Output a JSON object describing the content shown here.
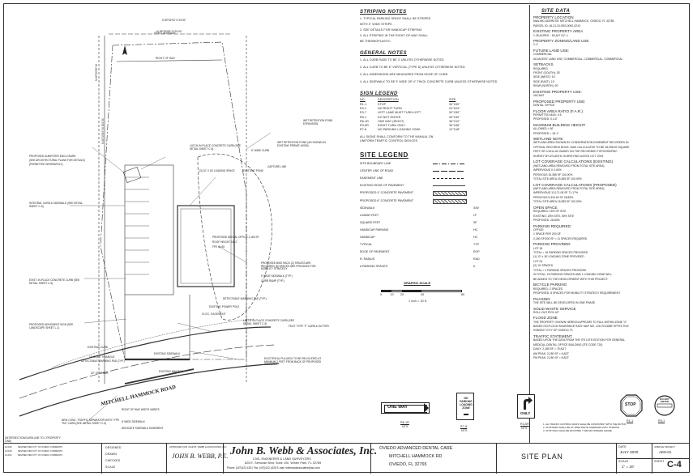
{
  "striping_notes": {
    "title": "STRIPING NOTES",
    "items": [
      "1.  TYPICAL PARKING SPACE SHALL BE STRIPED",
      "     WITH 4\" WIDE STRIPE",
      "2.  SEE DETAILS FOR HANDICAP STRIPING",
      "3.  ALL STRIPING IN THE RIGHT-OF-WAY SHALL",
      "     BE THERMOPLASTIC"
    ]
  },
  "general_notes": {
    "title": "GENERAL NOTES",
    "items": [
      "1.  ALL CURB RADII TO BE 3' UNLESS OTHERWISE NOTED",
      "2.  ALL CURB TO BE 6\" VERTICAL (TYPE D) UNLESS OTHERWISE NOTED",
      "3.  ALL DIMENSIONS ARE MEASURED FROM EDGE OF CURB",
      "4.  ALL SIDEWALK TO BE 5' WIDE OR 4\" THICK CONCRETE CURB UNLESS OTHERWISE NOTED"
    ]
  },
  "sign_legend": {
    "title": "SIGN LEGEND",
    "headers": [
      "NO.",
      "DESCRIPTION",
      "SIZE"
    ],
    "rows": [
      [
        "R1-1",
        "STOP",
        "30\"X30\""
      ],
      [
        "R3-1",
        "NO RIGHT TURN",
        "24\"X24\""
      ],
      [
        "R3-7",
        "LEFT LANE MUST TURN LEFT",
        "30\"X30\""
      ],
      [
        "R5-1",
        "DO NOT ENTER",
        "30\"X30\""
      ],
      [
        "R6-1R",
        "ONE WAY (RIGHT)",
        "36\"X12\""
      ],
      [
        "R3-5R",
        "RIGHT TURN ONLY",
        "30\"X36\""
      ],
      [
        "R7-8",
        "NO PARKING LOADING ZONE",
        "12\"X18\""
      ]
    ],
    "note": [
      "ALL SIGNS SHALL CONFORM TO THE MANUAL ON",
      "UNIFORM TRAFFIC CONTROL DEVICES"
    ]
  },
  "site_legend": {
    "title": "SITE LEGEND",
    "rows": [
      {
        "label": "SITE BOUNDARY LINE",
        "abbr": ""
      },
      {
        "label": "CENTER LINE OF ROAD",
        "abbr": ""
      },
      {
        "label": "EASEMENT LINE",
        "abbr": ""
      },
      {
        "label": "EXISTING EDGE OF PAVEMENT",
        "abbr": ""
      },
      {
        "label": "PROPOSED 4\" CONCRETE PAVEMENT",
        "abbr": ""
      },
      {
        "label": "PROPOSED 6\" CONCRETE PAVEMENT",
        "abbr": ""
      },
      {
        "label": "SIDEWALK",
        "abbr": "S/W"
      },
      {
        "label": "LINEAR FEET",
        "abbr": "LF"
      },
      {
        "label": "SQUARE FEET",
        "abbr": "SF"
      },
      {
        "label": "HANDICAP PARKING",
        "abbr": "HC"
      },
      {
        "label": "HANDICAP",
        "abbr": "HC"
      },
      {
        "label": "TYPICAL",
        "abbr": "TYP"
      },
      {
        "label": "EDGE OF PAVEMENT",
        "abbr": "EOP"
      },
      {
        "label": "R. RADIUS",
        "abbr": "RAD"
      },
      {
        "label": "# PARKING SPACES",
        "abbr": "#"
      }
    ]
  },
  "graphic_scale": {
    "title": "GRAPHIC SCALE",
    "ticks": [
      "0",
      "10",
      "20",
      "40",
      "80"
    ],
    "caption": "1 inch = 20 ft."
  },
  "site_data": {
    "title": "SITE DATA",
    "lines": [
      "PROPERTY LOCATION",
      "MAILING ADDRESS: MITCHELL HAMMOCK, OVIEDO, FL 32765",
      "PARCEL ID: 16-21-31-5SS-0000-0210",
      "EXISTING PROPERTY AREA",
      "1.25 ACRES ~ 54,447 S.F. ±",
      "PROPERTY ZONING/LAND USE",
      "C-2",
      "FUTURE LAND USE:",
      "COMMERCIAL",
      "ADJACENT LAND USE: COMMERCIAL, COMMERCIAL, COMMERCIAL",
      "SETBACKS",
      "                                        REQUIRED",
      "FRONT (SOUTH):               25'",
      "SIDE (WEST):                   10'",
      "SIDE (EAST):                    10'",
      "REAR (NORTH):                 20'",
      "EXISTING PROPERTY USE:",
      "VACANT",
      "PROPOSED PROPERTY USE:",
      "DENTAL OFFICE",
      "FLOOR AREA RATIO (F.A.R.)",
      "PERMITTED MAX:  0.5",
      "PROPOSED:  0.147",
      "MAXIMUM BUILDING HEIGHT:",
      "ALLOWED = 50'",
      "PROPOSED = 18'-1\"",
      "WETLAND NOTE",
      "WETLAND AREA SHOWN BY CONSERVATION EASEMENT RECORDED IN",
      "OFFICIAL RECORDS BOOK, WAS CALCULATED TO BE 18,908.92 SQUARE",
      "FEET OR 0.3414 AC BASED ON THE RECORDED TOPOGRAPHIC",
      "SURVEY BY ATLANTIC SURVEYING DATED OCT. 2019",
      "LOT COVERAGE CALCULATIONS (EXISTING)",
      "(WETLAND AREA REMOVED FROM TOTAL SITE AREA)",
      "IMPERVIOUS                               0                 0.00%",
      "PERVIOUS                           15,385 SF       100.00%",
      "TOTAL SITE AREA                   15,385 SF       100.00%",
      "LOT COVERAGE CALCULATIONS (PROPOSED)",
      "(WETLAND AREA REMOVED FROM TOTAL SITE AREA)",
      "IMPERVIOUS                     13,171.08 SF        71.17%",
      "PERVIOUS                          5,334.62 SF        28.83%",
      "TOTAL SITE AREA                  15,385 SF       100.00%",
      "OPEN SPACE",
      "REQUIRED: 15% OF SITE",
      "EXISTING: 25% SITE, 50% SITE",
      "PROPOSED: 28.83%",
      "PARKING REQUIRED:",
      "OFFICE:",
      "1 SPACE PER 200 SF",
      "2,180 SF/200 SF = 11 SPACES REQUIRED",
      "PARKING PROVIDED",
      "LOT 18",
      "TOTAL = 16 PARKING SPACES PROVIDED",
      "(1) 12' x 18' LOADING ZONE PROVIDED",
      "LOT 24",
      "(2) 10' SPACES",
      "TOTAL = 2 PARKING SPACES PROVIDED",
      "IN TOTAL, 16 PARKING SPACES AND 1 LOADING ZONE WILL",
      "BE ADDED TO THE DEVELOPMENT WITH THIS PROJECT.",
      "BICYCLE PARKING",
      "REQUIRED:   2 SPACES",
      "PROPOSED:   8 SPACES FOR MOBILITY STRATEGY REQUIREMENT",
      "PHASING",
      "THE SITE WILL BE DEVELOPED IN ONE PHASE.",
      "SOLID WASTE SERVICE",
      "ROLL-OUT PICK UP",
      "FLOOD ZONE",
      "THE PROPERTY SHOWN HEREON APPEARS TO FALL WITHIN ZONE \"X\"",
      "BASED ON FLOOD INSURANCE RATE MAP NO. 12117C0185F EFFECTIVE",
      "9/28/2007 CITY OF OVIEDO, FL",
      "TRAFFIC STATEMENT",
      "BASED UPON THE DATA FROM THE ITE 10TH EDITION FOR GENERAL",
      "MEDICAL-DENTAL OFFICE BUILDING (ITE CODE 720)",
      "DAILY: 2,180 SF = 75 ADT",
      "AM PEAK: 2,180 SF = 6 ADT",
      "PM PEAK: 2,180 SF = 8 ADT"
    ]
  },
  "plan_labels": {
    "road": "MITCHELL HAMMOCK ROAD",
    "row_note": "RIGHT OF WAY WIDTH VARIES",
    "callouts": [
      "WET RETENTION POND EXPANSION",
      "WET RETENTION POND (AS SHOWN IN EXISTING PERMIT #1050)",
      "6\" WIDE CURB",
      "CAPTURE LINE",
      "EXISTING POND",
      "ITEM 1 ACREAGE",
      "PROPOSED DUMPSTER ENCLOSURE",
      "(SEE ARCHITECTURAL PLANS FOR DETAILS)",
      "(PERMITTED SEPARATELY)",
      "LATCH-IN-PLACE CONCRETE CURB (SEE DETAIL SHEET C-5)",
      "(3) 10' X 18' LOADING SPACE",
      "INTEGRAL CURB & SIDEWALK (SEE DETAIL SHEET C-5)",
      "PROPOSED DENTAL OFFICE 2,180 SF",
      "ROOF HEIGHT 18'-1\"",
      "FFE 44.65",
      "PROPOSED BIKE RACK (2) SPACES ARE REQUIRED (8) SPACES ARE PROVIDED FOR MOBILITY STRATEGY",
      "5' WIDE SIDEWALK (TYP.)",
      "CURB RAMP (TYP.)",
      "DETECTABLE WARNING PAD (TYP.)",
      "EXISTING POWER POLE",
      "LATCH-IN-PLACE CONCRETE CURB (SEE DETAIL SHEET C-5)",
      "EXIST. IN-PLACE CONCRETE CURB (SEE DETAIL SHEET C-5)",
      "PROPOSED MOVEMENT SIGN (SEE LANDSCAPE SHEET L-1)",
      "EXISTING CURB",
      "10' SIGHT TRIANGLE",
      "24\" STOP BAR",
      "EXISTING SIDEWALK",
      "ELECTRICAL PULLBOX TO BE RELOCATED AT MINIMUM 2 FEET FROM BACK OF PROPOSED SIDEWALK",
      "FDOT TYPE \"F\" CURB & GUTTER",
      "DETECTABLE WARNING PAD (TYP.)",
      "NEW CONC. TRAFFIC SEPARATOR WITH TYPE \"RA\" CURB (SEE DETAIL SHEET C-5)",
      "8' WIDE SIDEWALK",
      "DEDICATE SIDEWALK EASEMENT",
      "EXISTING MAILBOX",
      "N 00°09'50\" W",
      "S 89°52'03\" E  93.90'",
      "N 00°13'04\" W  152.54'",
      "(INTERSECTION/CURB LINE TO 1 PROPERTY LINE)"
    ]
  },
  "signs": [
    {
      "id": "R6-1R",
      "text": "ONE WAY",
      "nts": "NTS"
    },
    {
      "id": "R7-8",
      "text": "NO PARKING LOADING ZONE",
      "nts": "NTS"
    },
    {
      "id": "R3-5R",
      "text": "ONLY",
      "nts": "NTS"
    },
    {
      "id": "R1-1",
      "text": "STOP",
      "nts": "NTS"
    },
    {
      "id": "R5-1",
      "text": "DO NOT ENTER",
      "nts": "NTS"
    }
  ],
  "sign_notes": [
    "1. ALL TRAFFIC CONTROL SIGNS SHALL BE CONSISTENT WITH THE MUTCD",
    "2. STOP BARS SHALL BE 24\" WIDE WHITE THERMOPLASTIC STRIPING",
    "3. STOP SIGN SHALL BE MOUNTED 7' ABOVE FINISHED GRADE"
  ],
  "title_block": {
    "revisions": [
      "REVISED PER CITY OF OVIEDO COMMENTS",
      "REVISED PER CITY OF OVIEDO COMMENTS",
      "REVISED PER CITY OF OVIEDO COMMENTS"
    ],
    "rev_dates": [
      "10/1/20",
      "12/1/20",
      "1/12/21"
    ],
    "designed_label": "DESIGNED",
    "drawn_label": "DRAWN",
    "checked_label": "CHECKED",
    "scale_label": "SCALE",
    "approved_label": "APPROVED FOR JOHN B. WEBB & ASSOCIATES, INC.",
    "engineer": "JOHN B. WEBB, P.E.",
    "firm": "John B. Webb & Associates, Inc.",
    "firm_sub": "CIVIL ENGINEERS & LAND SURVEYORS",
    "firm_addr": "625 E. Semoran Blvd, Suite 100, Winter Park, FL 32789",
    "firm_phone": "Phone: (407)422-4321  Fax: (407)422-4325  E-mail: webbandassociates@aol.com",
    "project_line1": "OVIEDO ADVANCED DENTAL CARE",
    "project_line2": "MITCHELL HAMMOCK RD",
    "project_line3": "OVIEDO, FL 32765",
    "sheet_title": "SITE PLAN",
    "date_label": "DATE",
    "date_value": "JULY 2020",
    "scale_value": "1\" = 20'",
    "project_no_label": "JOB/FILE PROJECT",
    "project_no": "AE9-01",
    "sheet_no_label": "SHEET",
    "sheet_no": "C-4"
  }
}
